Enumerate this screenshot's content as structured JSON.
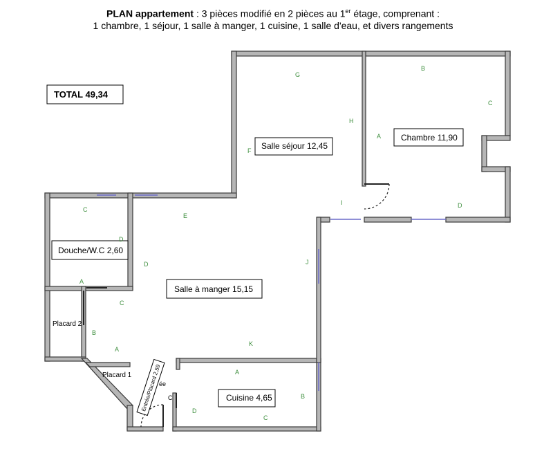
{
  "header": {
    "title_bold": "PLAN  appartement",
    "title_rest_before_sup": " : 3 pièces modifié en 2 pièces au 1",
    "title_sup": "er",
    "title_rest_after_sup": " étage, comprenant :",
    "line2": "1 chambre, 1 séjour, 1 salle à manger, 1 cuisine, 1 salle d'eau, et divers rangements"
  },
  "total": {
    "label": "TOTAL 49,34"
  },
  "rooms": {
    "sejour": "Salle séjour 12,45",
    "chambre": "Chambre 11,90",
    "douche": "Douche/W.C 2,60",
    "salle_manger": "Salle à manger 15,15",
    "cuisine": "Cuisine 4,65",
    "placard2": "Placard 2",
    "placard1": "Placard 1",
    "entree": "Entrée/Placard  2,59",
    "entree_tail": "ée"
  },
  "wall_letters": {
    "sejour_g": "G",
    "sejour_h": "H",
    "sejour_f": "F",
    "sejour_i": "I",
    "chambre_b": "B",
    "chambre_c": "C",
    "chambre_a": "A",
    "chambre_d": "D",
    "douche_c": "C",
    "douche_d": "D",
    "douche_a": "A",
    "sam_e": "E",
    "sam_d": "D",
    "sam_j": "J",
    "sam_c": "C",
    "sam_b": "B",
    "sam_a": "A",
    "sam_k": "K",
    "cuisine_a": "A",
    "cuisine_b": "B",
    "cuisine_c": "C",
    "cuisine_d": "D",
    "entree_c": "C"
  }
}
